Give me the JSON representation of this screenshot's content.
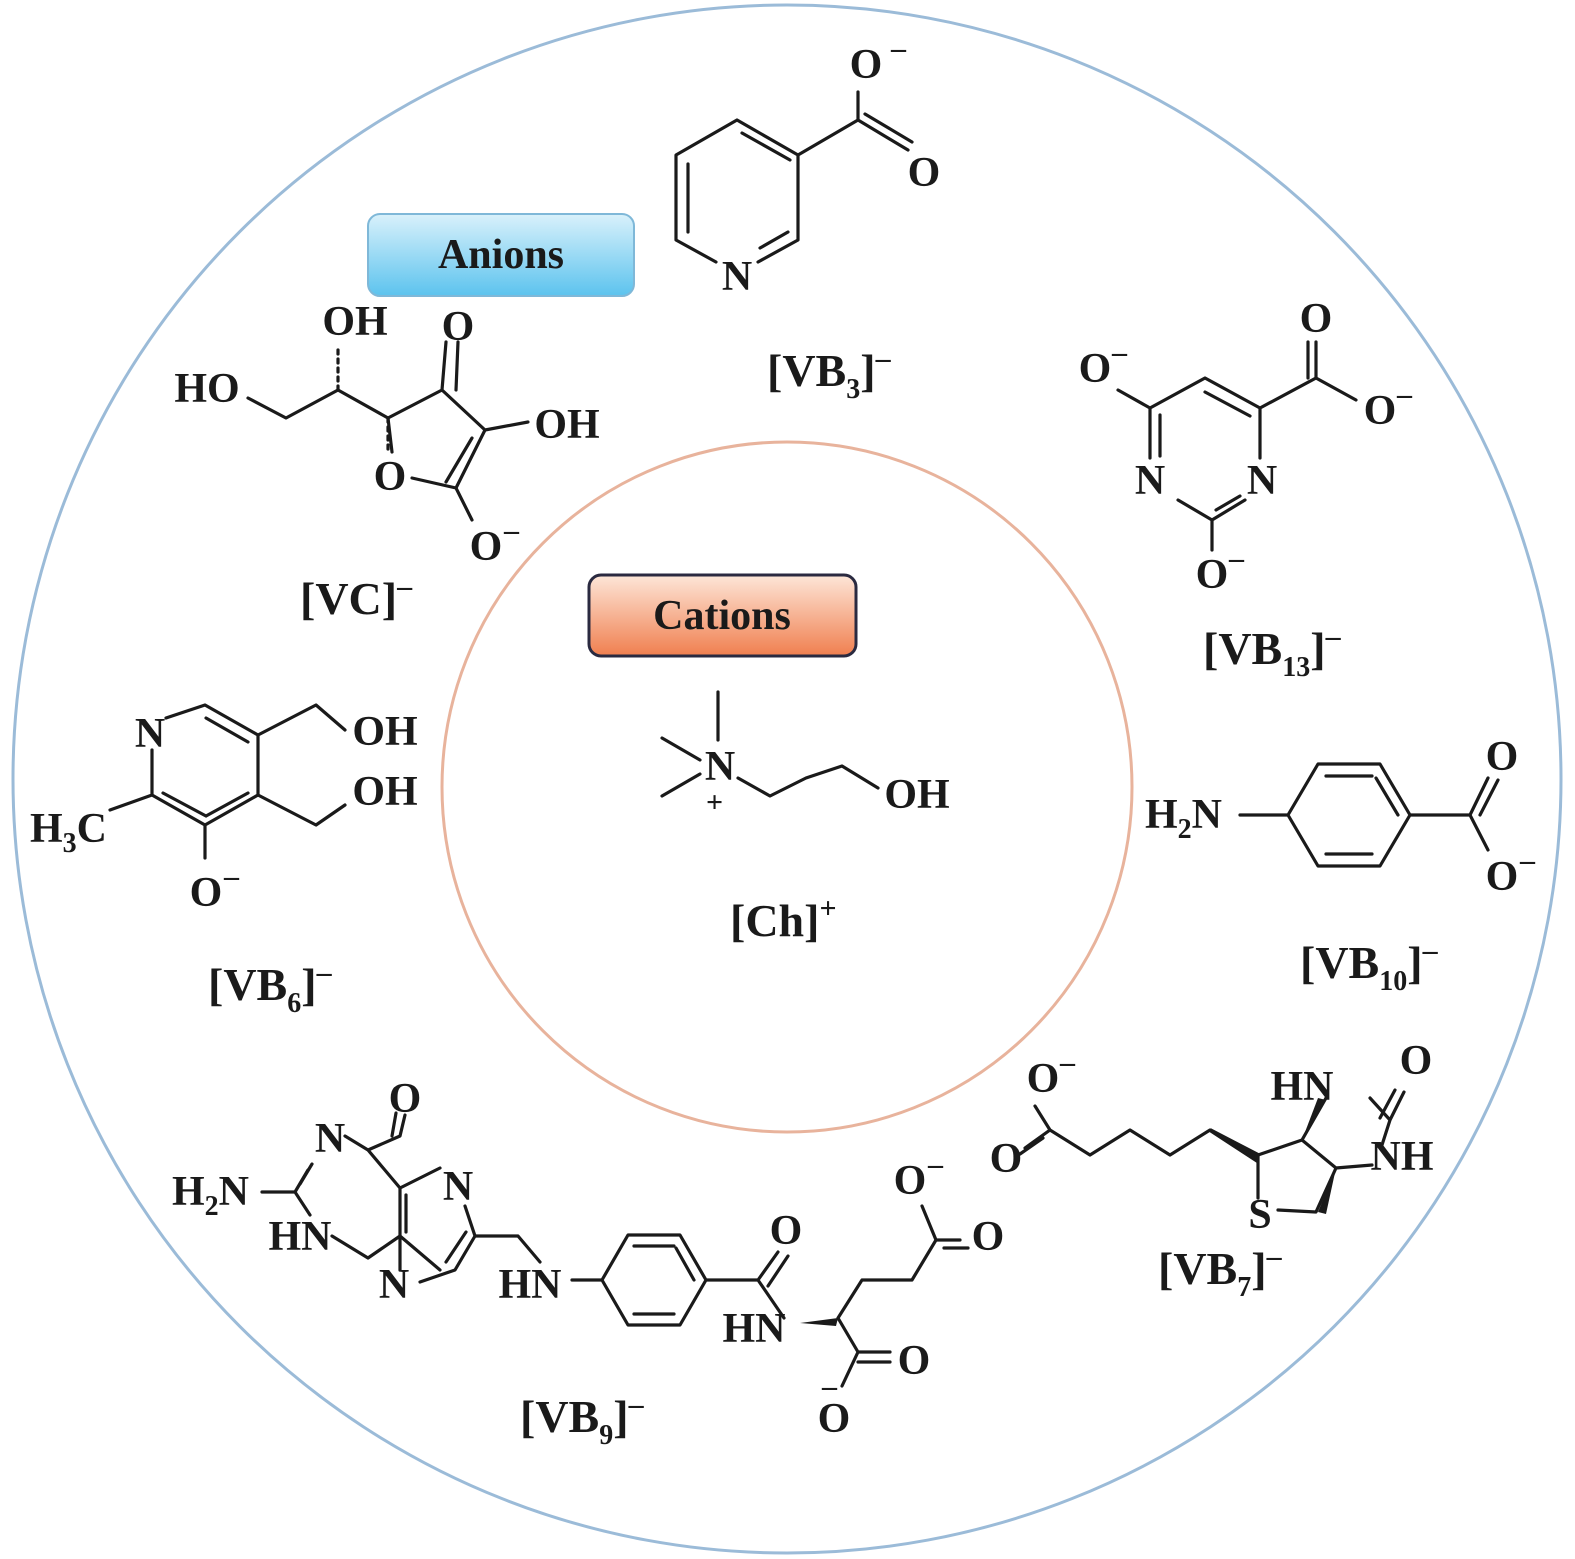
{
  "colors": {
    "outer_ring": "#9bbbd8",
    "inner_ring": "#e8b39c",
    "anions_badge_top": "#d9f1fb",
    "anions_badge_bottom": "#5cc3ee",
    "cations_badge_top": "#fde6d8",
    "cations_badge_bottom": "#f07f4f",
    "ink": "#1a1a1a"
  },
  "badges": {
    "anions": "Anions",
    "cations": "Cations"
  },
  "atoms": {
    "O": "O",
    "O_minus": "O",
    "minus": "–",
    "plus": "+",
    "N": "N",
    "OH": "OH",
    "HO": "HO",
    "HN": "HN",
    "NH": "NH",
    "H2N_H": "H",
    "H2N_2": "2",
    "H2N_N": "N",
    "H3C_H": "H",
    "H3C_3": "3",
    "H3C_C": "C",
    "S": "S"
  },
  "labels": {
    "VB3": {
      "open": "[VB",
      "sub": "3",
      "close": "]",
      "charge": "–"
    },
    "VB13": {
      "open": "[VB",
      "sub": "13",
      "close": "]",
      "charge": "–"
    },
    "VC": {
      "open": "[VC]",
      "charge": "–"
    },
    "VB6": {
      "open": "[VB",
      "sub": "6",
      "close": "]",
      "charge": "–"
    },
    "VB10": {
      "open": "[VB",
      "sub": "10",
      "close": "]",
      "charge": "–"
    },
    "VB7": {
      "open": "[VB",
      "sub": "7",
      "close": "]",
      "charge": "–"
    },
    "VB9": {
      "open": "[VB",
      "sub": "9",
      "close": "]",
      "charge": "–"
    },
    "Ch": {
      "open": "[Ch]",
      "charge": "+"
    }
  }
}
